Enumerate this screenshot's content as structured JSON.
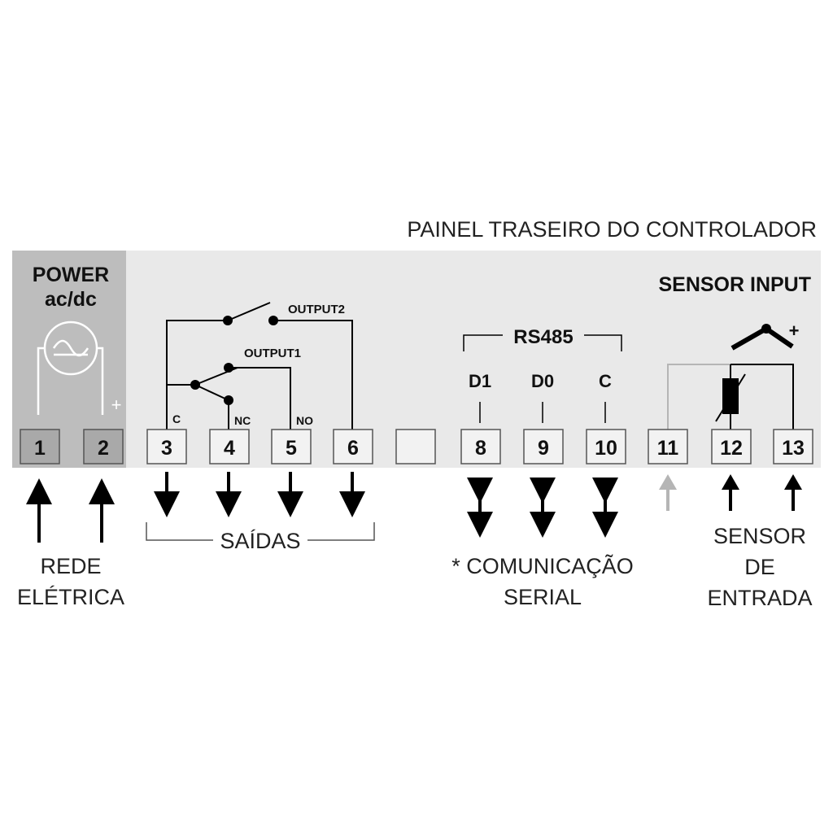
{
  "header": {
    "title": "PAINEL TRASEIRO DO CONTROLADOR"
  },
  "power_section": {
    "line1": "POWER",
    "line2": "ac/dc",
    "plus": "+"
  },
  "sensor_section": {
    "title": "SENSOR INPUT",
    "plus": "+"
  },
  "outputs": {
    "output2": "OUTPUT2",
    "output1": "OUTPUT1",
    "contact_c": "C",
    "contact_nc": "NC",
    "contact_no": "NO"
  },
  "comm": {
    "title": "RS485",
    "d1": "D1",
    "d0": "D0",
    "c": "C"
  },
  "terminals": [
    {
      "label": "1"
    },
    {
      "label": "2"
    },
    {
      "label": "3"
    },
    {
      "label": "4"
    },
    {
      "label": "5"
    },
    {
      "label": "6"
    },
    {
      "label": ""
    },
    {
      "label": "8"
    },
    {
      "label": "9"
    },
    {
      "label": "10"
    },
    {
      "label": "11"
    },
    {
      "label": "12"
    },
    {
      "label": "13"
    }
  ],
  "captions": {
    "rede_line1": "REDE",
    "rede_line2": "ELÉTRICA",
    "saidas": "SAÍDAS",
    "comm_line1": "* COMUNICAÇÃO",
    "comm_line2": "SERIAL",
    "sensor_line1": "SENSOR",
    "sensor_line2": "DE",
    "sensor_line3": "ENTRADA"
  },
  "colors": {
    "panel": "#e9e9e9",
    "power_panel": "#bdbdbd",
    "line": "#000000",
    "gray_wire": "#b5b5b5"
  }
}
